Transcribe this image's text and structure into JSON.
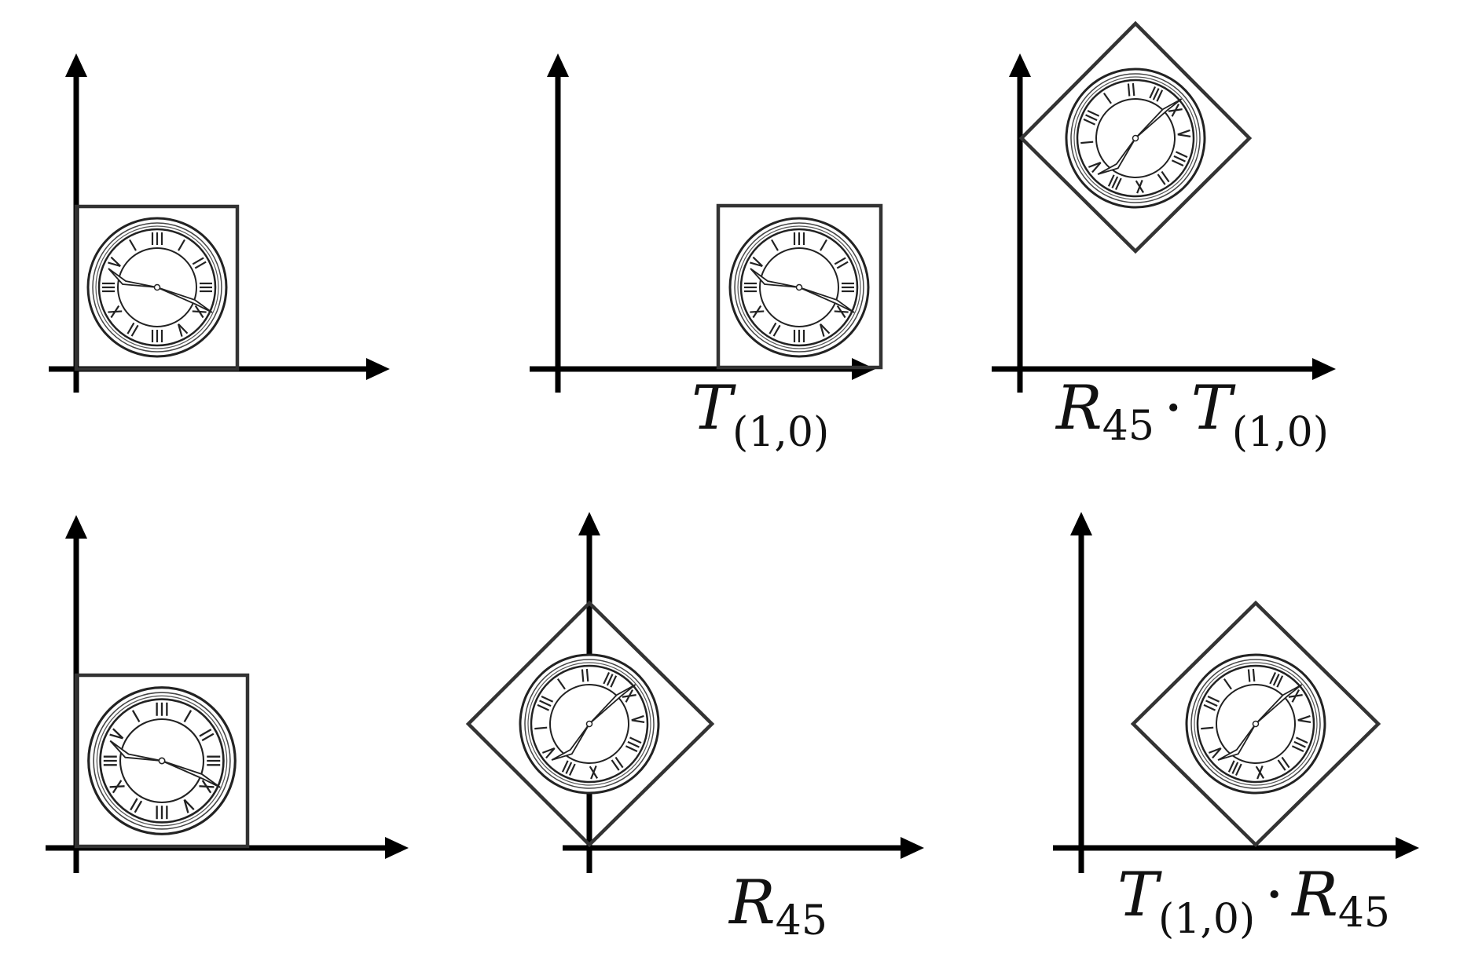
{
  "panels": [
    {
      "id": "top-original",
      "label": null
    },
    {
      "id": "top-translate",
      "label": {
        "main": "T",
        "sub": "(1,0)"
      }
    },
    {
      "id": "top-rotate-after-translate",
      "label": {
        "main": "R",
        "sub": "45",
        "op": "·",
        "main2": "T",
        "sub2": "(1,0)"
      }
    },
    {
      "id": "bottom-original",
      "label": null
    },
    {
      "id": "bottom-rotate",
      "label": {
        "main": "R",
        "sub": "45"
      }
    },
    {
      "id": "bottom-translate-after-rotate",
      "label": {
        "main": "T",
        "sub": "(1,0)",
        "op": "·",
        "main2": "R",
        "sub2": "45"
      }
    }
  ],
  "icons": {
    "clock": "clock-face-icon",
    "axis_arrow": "arrow-head-icon"
  },
  "colors": {
    "ink": "#000000",
    "frame": "#333333",
    "background": "#ffffff"
  }
}
